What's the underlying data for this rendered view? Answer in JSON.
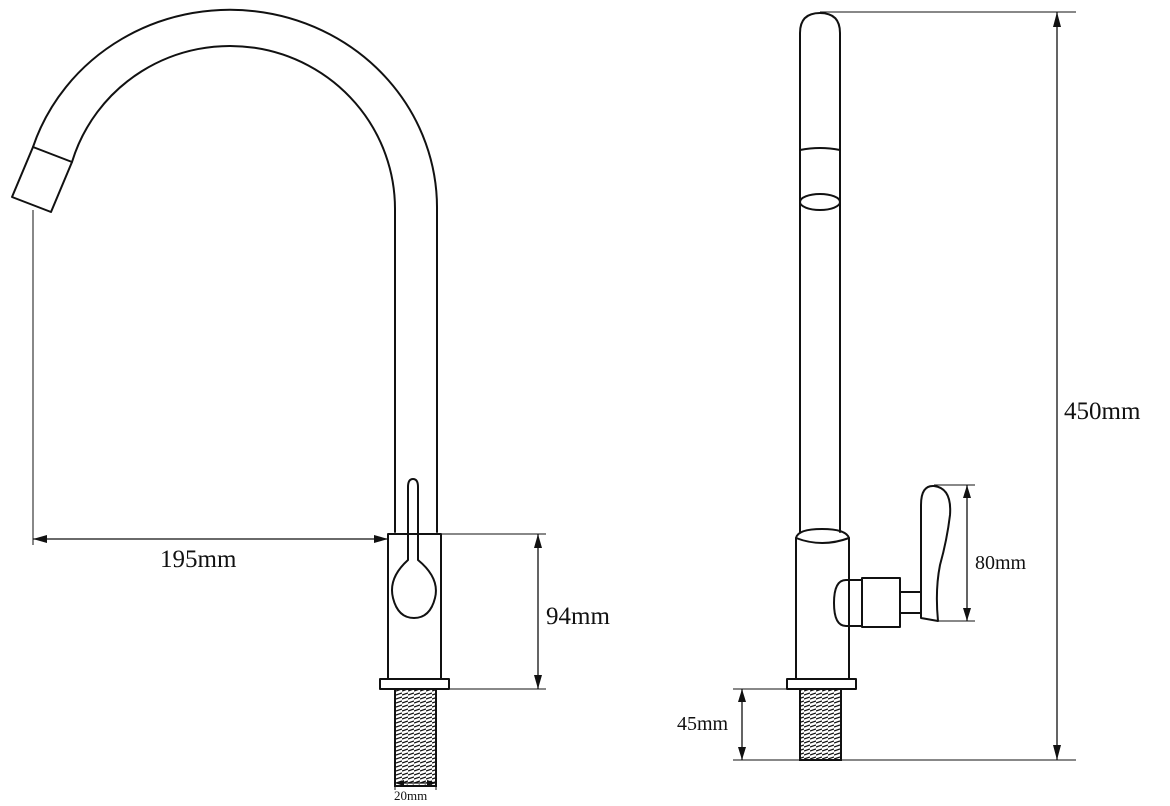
{
  "dimensions": {
    "spout_reach": "195mm",
    "base_height": "94mm",
    "thread_diameter": "20mm",
    "total_height": "450mm",
    "handle_height": "80mm",
    "thread_length": "45mm"
  }
}
